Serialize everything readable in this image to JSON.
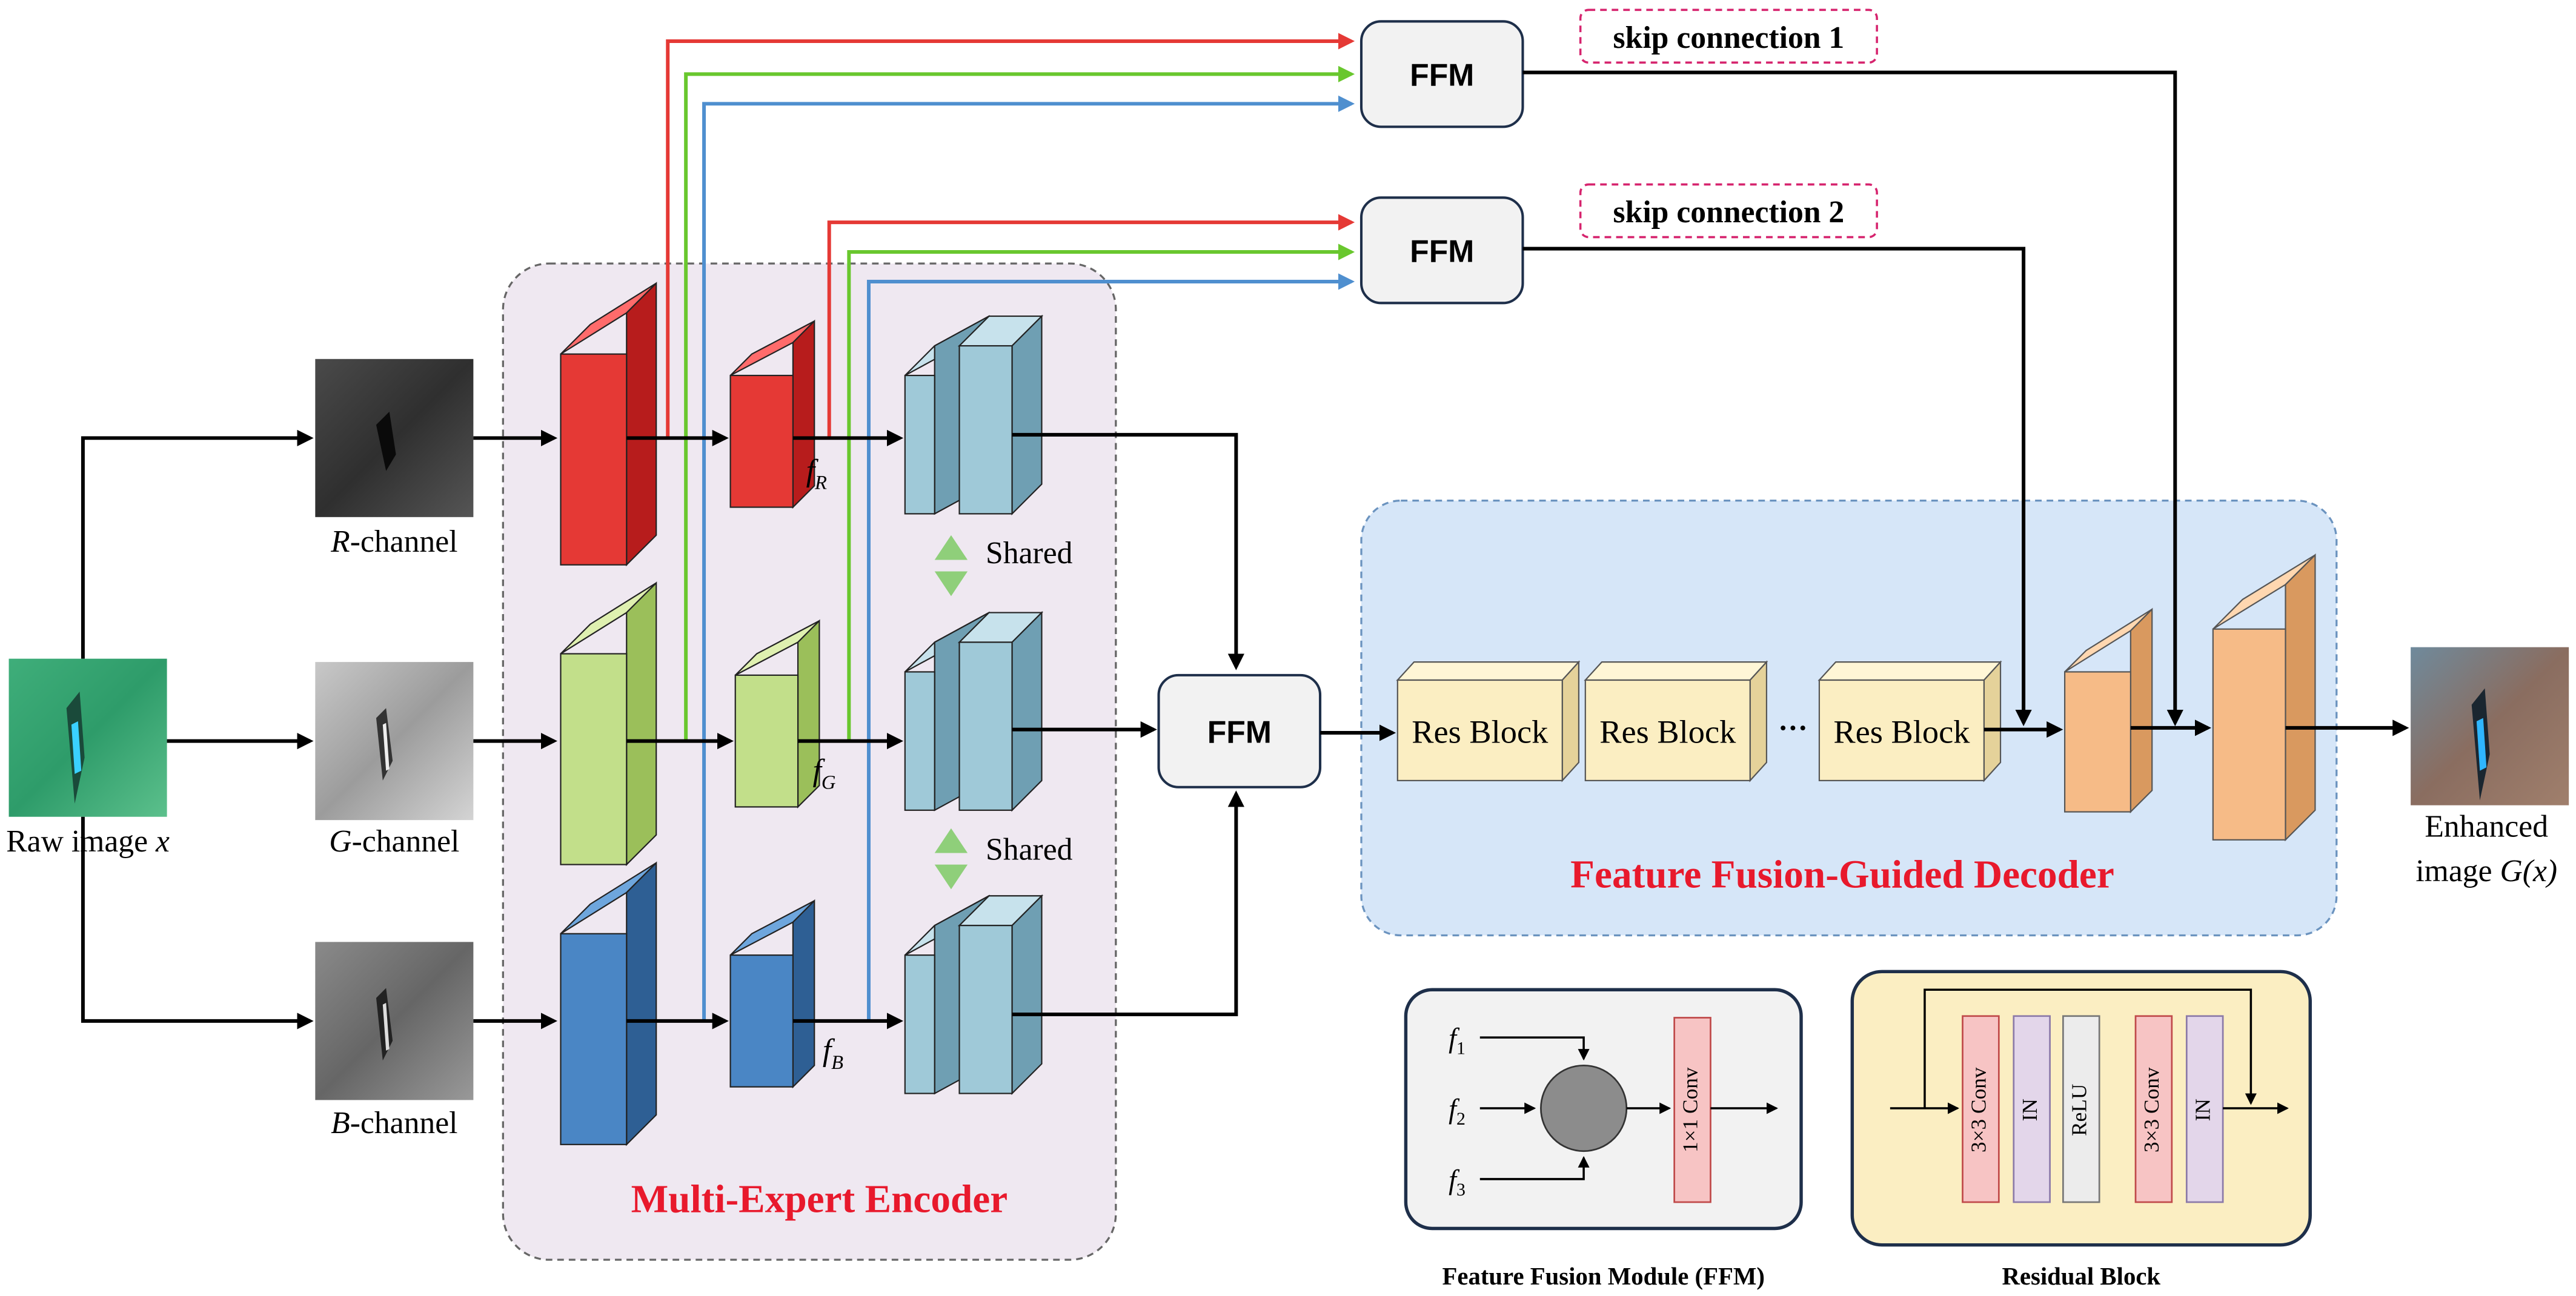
{
  "encoder": {
    "title": "Multi-Expert Encoder"
  },
  "decoder": {
    "title": "Feature Fusion-Guided Decoder"
  },
  "channels": {
    "raw": {
      "label": "Raw image",
      "var": "x"
    },
    "r": {
      "letter": "R",
      "suffix": "-channel"
    },
    "g": {
      "letter": "G",
      "suffix": "-channel"
    },
    "b": {
      "letter": "B",
      "suffix": "-channel"
    }
  },
  "features": {
    "fr": {
      "base": "f",
      "sub": "R"
    },
    "fg": {
      "base": "f",
      "sub": "G"
    },
    "fb": {
      "base": "f",
      "sub": "B"
    }
  },
  "shared_label": "Shared",
  "ffm_label": "FFM",
  "skip": {
    "s1": "skip connection 1",
    "s2": "skip connection 2"
  },
  "res_block": "Res Block",
  "ellipsis": "···",
  "output": {
    "line1": "Enhanced",
    "line2": "image",
    "expr": "G(x)"
  },
  "ffm_legend": {
    "caption": "Feature Fusion Module (FFM)",
    "inputs": [
      {
        "base": "f",
        "sub": "1"
      },
      {
        "base": "f",
        "sub": "2"
      },
      {
        "base": "f",
        "sub": "3"
      }
    ],
    "conv": "1×1 Conv"
  },
  "res_legend": {
    "caption": "Residual Block",
    "layers": [
      "3×3 Conv",
      "IN",
      "ReLU",
      "3×3 Conv",
      "IN"
    ]
  },
  "colors": {
    "red": "#e53935",
    "green": "#69c72e",
    "blue": "#4f8fcf",
    "encoder_bg": "#efe8f1",
    "decoder_bg": "#d6e6f8",
    "title_red": "#e8192c",
    "skip_border": "#d6246e"
  }
}
